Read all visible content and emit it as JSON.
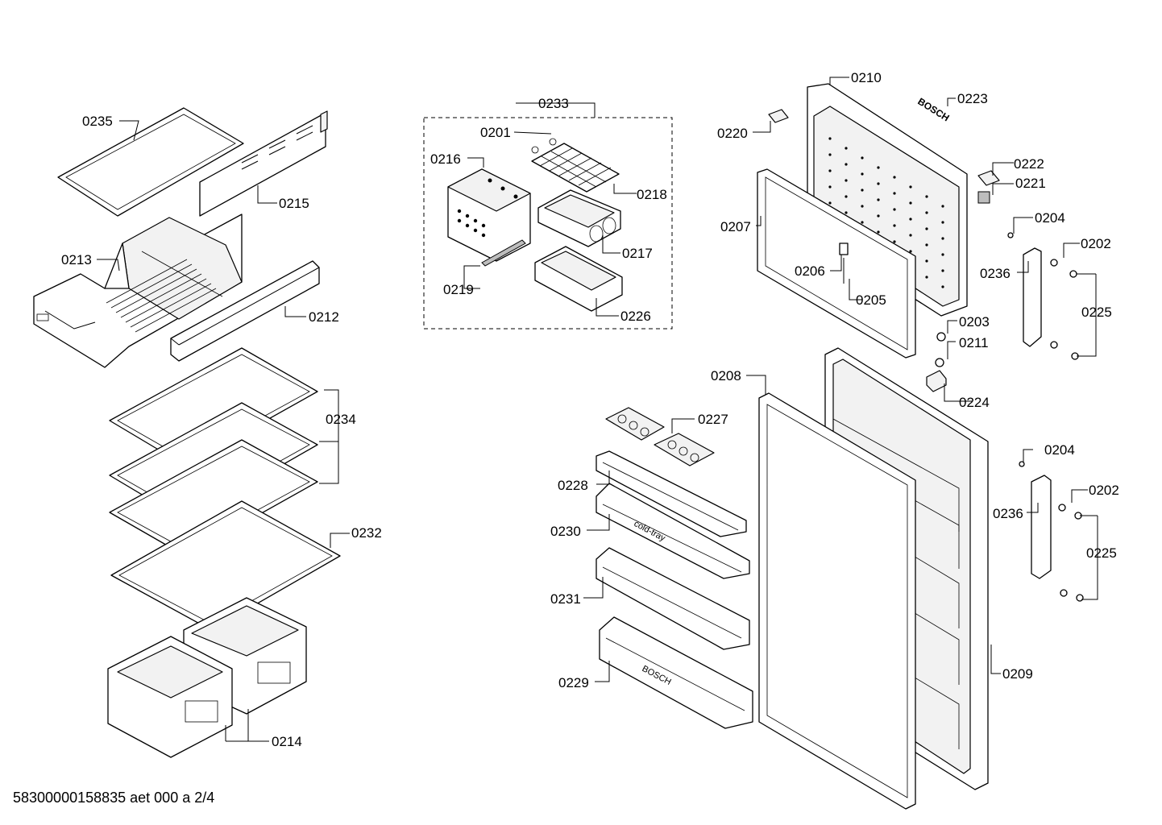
{
  "footer": {
    "code": "58300000158835 aet 000 a 2/4"
  },
  "labels": {
    "0201": "0201",
    "0202": "0202",
    "0203": "0203",
    "0204": "0204",
    "0205": "0205",
    "0206": "0206",
    "0207": "0207",
    "0208": "0208",
    "0209": "0209",
    "0210": "0210",
    "0211": "0211",
    "0212": "0212",
    "0213": "0213",
    "0214": "0214",
    "0215": "0215",
    "0216": "0216",
    "0217": "0217",
    "0218": "0218",
    "0219": "0219",
    "0220": "0220",
    "0221": "0221",
    "0222": "0222",
    "0223": "0223",
    "0224": "0224",
    "0225": "0225",
    "0226": "0226",
    "0227": "0227",
    "0228": "0228",
    "0229": "0229",
    "0230": "0230",
    "0231": "0231",
    "0232": "0232",
    "0233": "0233",
    "0234": "0234",
    "0235": "0235",
    "0236": "0236"
  },
  "printed": {
    "brand_bin": "BOSCH",
    "brand_door": "BOSCH",
    "cold_tray": "cold-tray"
  }
}
